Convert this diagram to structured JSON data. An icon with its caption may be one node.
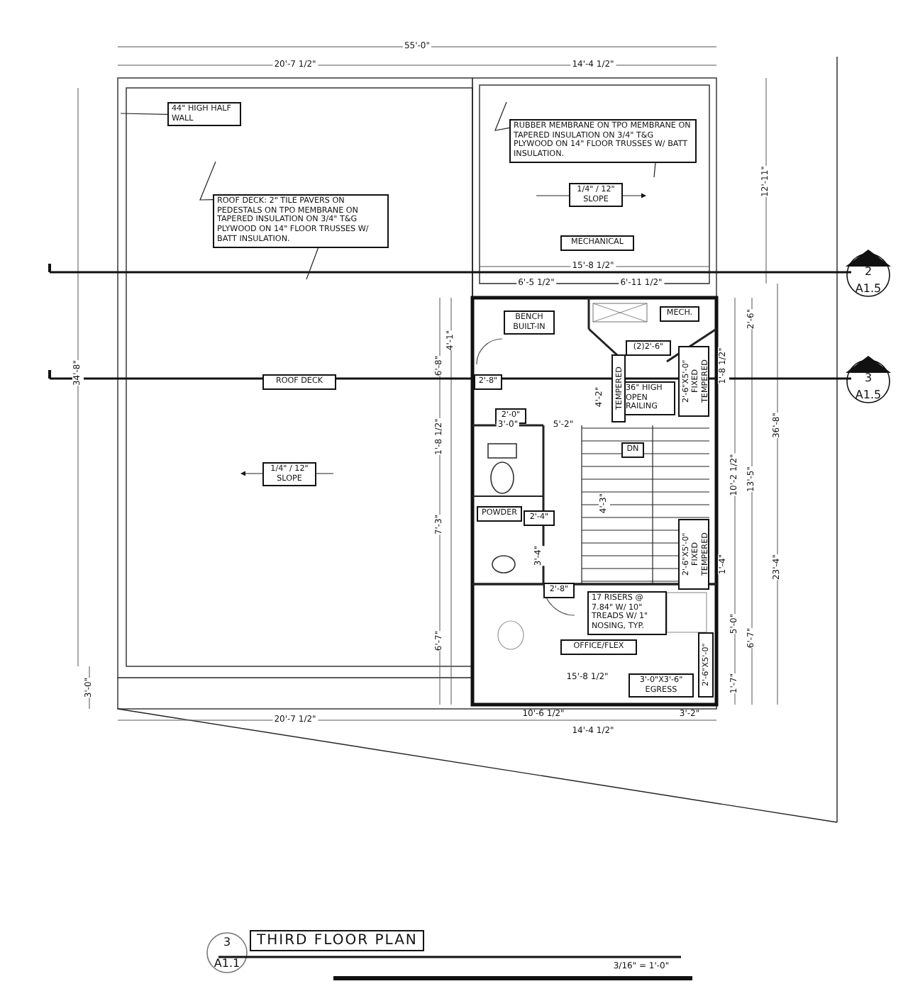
{
  "diagram": {
    "title": "THIRD FLOOR PLAN",
    "nodes": [
      {
        "text": [
          "44\" HIGH HALF WALL"
        ]
      },
      {
        "text": [
          "ROOF DECK: 2\" TILE PAVERS ON PEDESTALS ON TPO MEMBRANE ON TAPERED INSULATION ON 3/4\" T&G PLYWOOD ON 14\" FLOOR TRUSSES W/ BATT INSULATION."
        ]
      },
      {
        "text": [
          "RUBBER MEMBRANE ON TPO MEMBRANE ON TAPERED INSULATION ON 3/4\" T&G PLYWOOD ON 14\" FLOOR TRUSSES W/ BATT INSULATION."
        ]
      },
      {
        "text": [
          "1/4\" / 12\" SLOPE"
        ]
      },
      {
        "text": [
          "MECHANICAL"
        ]
      },
      {
        "text": [
          "BENCH BUILT-IN"
        ]
      },
      {
        "text": [
          "MECH."
        ]
      },
      {
        "text": [
          "(2)2'-6\""
        ]
      },
      {
        "text": [
          "ROOF DECK"
        ]
      },
      {
        "text": [
          "36\" HIGH OPEN RAILING"
        ]
      },
      {
        "text": [
          "2'-8\""
        ]
      },
      {
        "text": [
          "2'-0\""
        ]
      },
      {
        "text": [
          "1/4\" / 12\" SLOPE"
        ]
      },
      {
        "text": [
          "DN"
        ]
      },
      {
        "text": [
          "POWDER"
        ]
      },
      {
        "text": [
          "2'-4\""
        ]
      },
      {
        "text": [
          "2'-8\""
        ]
      },
      {
        "text": [
          "17 RISERS @ 7.84\" W/ 10\" TREADS W/ 1\" NOSING, TYP."
        ]
      },
      {
        "text": [
          "OFFICE/FLEX"
        ]
      },
      {
        "text": [
          "3'-0\"X3'-6\" EGRESS"
        ]
      },
      {
        "text": [
          "TEMPERED"
        ]
      },
      {
        "text": [
          "2'-6\"X5'-0\" FIXED TEMPERED"
        ]
      },
      {
        "text": [
          "2'-6\"X5'-0\" FIXED TEMPERED"
        ]
      },
      {
        "text": [
          "2'-6\"X5'-0\""
        ]
      }
    ],
    "edges": [
      {
        "from": 0,
        "to": null,
        "arrow": "none"
      },
      {
        "from": 1,
        "to": null,
        "arrow": "none"
      },
      {
        "from": 1,
        "to": null,
        "arrow": "none"
      },
      {
        "from": 2,
        "to": null,
        "arrow": "none"
      },
      {
        "from": 2,
        "to": null,
        "arrow": "none"
      }
    ],
    "labels": [
      "55'-0\"",
      "20'-7 1/2\"",
      "14'-4 1/2\"",
      "12'-11\"",
      "15'-8 1/2\"",
      "6'-5 1/2\"",
      "6'-11 1/2\"",
      "2'-6\"",
      "34'-8\"",
      "36'-8\"",
      "4'-1\"",
      "6'-8\"",
      "1'-8 1/2\"",
      "7'-3\"",
      "6'-7\"",
      "3'-0\"",
      "20'-7 1/2\"",
      "3'-0\"",
      "5'-2\"",
      "4'-2\"",
      "1'-8 1/2\"",
      "10'-2 1/2\"",
      "13'-5\"",
      "23'-4\"",
      "4'-3\"",
      "3'-4\"",
      "1'-4\"",
      "15'-8 1/2\"",
      "10'-6 1/2\"",
      "3'-2\"",
      "14'-4 1/2\"",
      "5'-0\"",
      "6'-7\"",
      "1'-7\"",
      "2",
      "A1.5",
      "3",
      "A1.5",
      "3",
      "A1.1",
      "3/16\" = 1'-0\""
    ]
  }
}
